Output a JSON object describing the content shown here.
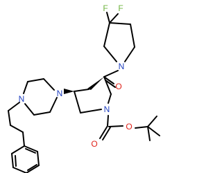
{
  "molecule": {
    "atoms": {
      "f1": "F",
      "f2": "F",
      "n_amide": "N",
      "o_amide": "O",
      "n_pip1": "N",
      "n_pip2": "N",
      "n_pyrr": "N",
      "o_ester_carbonyl": "O",
      "o_ester": "O"
    },
    "colors": {
      "bond": "#000000",
      "N": "#1f3fbf",
      "O": "#e0221a",
      "F": "#6fb43f"
    }
  }
}
